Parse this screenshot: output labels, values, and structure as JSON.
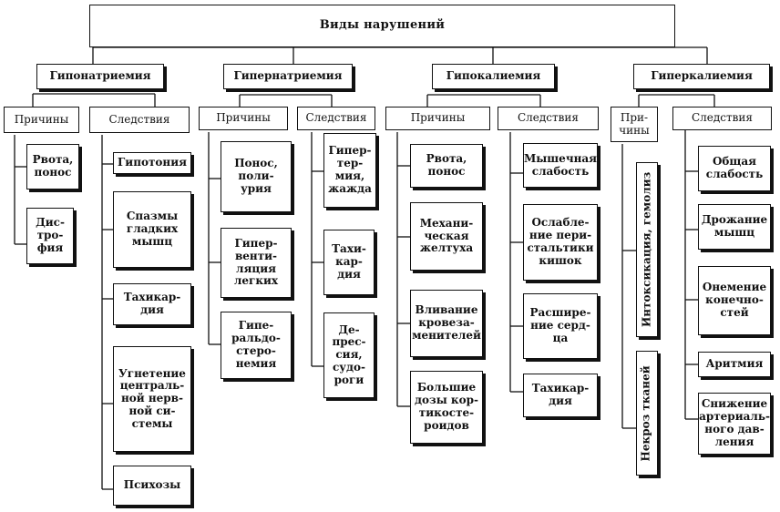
{
  "title": "Виды нарушений",
  "groups": [
    {
      "name": "Гипонатриемия",
      "causes": {
        "label": "Причины",
        "items": [
          "Рвота,\nпонос",
          "Дис-\nтро-\nфия"
        ]
      },
      "effects": {
        "label": "Следствия",
        "items": [
          "Гипотония",
          "Спазмы\nгладких\nмышц",
          "Тахикар-\nдия",
          "Угнетение\nцентраль-\nной нерв-\nной си-\nстемы",
          "Психозы"
        ]
      }
    },
    {
      "name": "Гипернатриемия",
      "causes": {
        "label": "Причины",
        "items": [
          "Понос,\nполи-\nурия",
          "Гипер-\nвенти-\nляция\nлегких",
          "Гипе-\nральдо-\nстеро-\nнемия"
        ]
      },
      "effects": {
        "label": "Следствия",
        "items": [
          "Гипер-\nтер-\nмия,\nжажда",
          "Тахи-\nкар-\nдия",
          "Де-\nпрес-\nсия,\nсудо-\nроги"
        ]
      }
    },
    {
      "name": "Гипокалиемия",
      "causes": {
        "label": "Причины",
        "items": [
          "Рвота,\nпонос",
          "Механи-\nческая\nжелтуха",
          "Вливание\nкровеза-\nменителей",
          "Большие\nдозы кор-\nтикосте-\nроидов"
        ]
      },
      "effects": {
        "label": "Следствия",
        "items": [
          "Мышечная\nслабость",
          "Ослабле-\nние пери-\nстальтики\nкишок",
          "Расшире-\nние серд-\nца",
          "Тахикар-\nдия"
        ]
      }
    },
    {
      "name": "Гиперкалиемия",
      "causes": {
        "label": "При-\nчины",
        "items": [
          "Интоксикация, гемолиз",
          "Некроз тканей"
        ]
      },
      "effects": {
        "label": "Следствия",
        "items": [
          "Общая\nслабость",
          "Дрожание\nмышц",
          "Онемение\nконечно-\nстей",
          "Аритмия",
          "Снижение\nартериаль-\nного дав-\nления"
        ]
      }
    }
  ]
}
